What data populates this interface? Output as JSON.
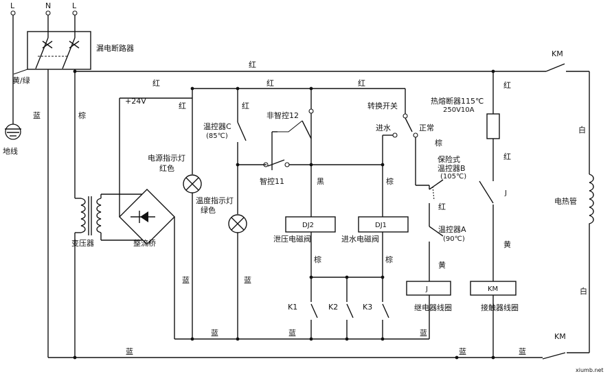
{
  "terminals": {
    "l1": "L",
    "n": "N",
    "l2": "L"
  },
  "labels": {
    "breaker": "漏电断路器",
    "yellow_green": "黄/绿",
    "ground": "地线",
    "blue": "蓝",
    "brown": "棕",
    "red": "红",
    "yellow": "黄",
    "black": "黑",
    "white": "白",
    "plus24v": "+24V",
    "transformer": "变压器",
    "rectifier": "整流桥",
    "power_lamp": "电源指示灯",
    "power_lamp_color": "红色",
    "temp_lamp": "温度指示灯",
    "temp_lamp_color": "绿色",
    "thermostat_c": "温控器C",
    "thermostat_c_temp": "(85℃)",
    "non_smart": "非智控12",
    "smart": "智控11",
    "switch": "转换开关",
    "normal": "正常",
    "inlet_water": "进水",
    "dj2": "DJ2",
    "dj1": "DJ1",
    "dj2_name": "泄压电磁阀",
    "dj1_name": "进水电磁阀",
    "fuse": "热熔断器115℃",
    "fuse_rating": "250V10A",
    "thermostat_b": "保险式",
    "thermostat_b2": "温控器B",
    "thermostat_b_temp": "(105℃)",
    "thermostat_a": "温控器A",
    "thermostat_a_temp": "(90℃)",
    "relay_coil_label": "J",
    "relay_switch_label": "J",
    "relay_coil": "继电器线圈",
    "km_coil_label": "KM",
    "km_coil": "接触器线圈",
    "km_top": "KM",
    "km_bottom": "KM",
    "heater": "电热管",
    "k1": "K1",
    "k2": "K2",
    "k3": "K3",
    "watermark": "xiumb.net"
  }
}
